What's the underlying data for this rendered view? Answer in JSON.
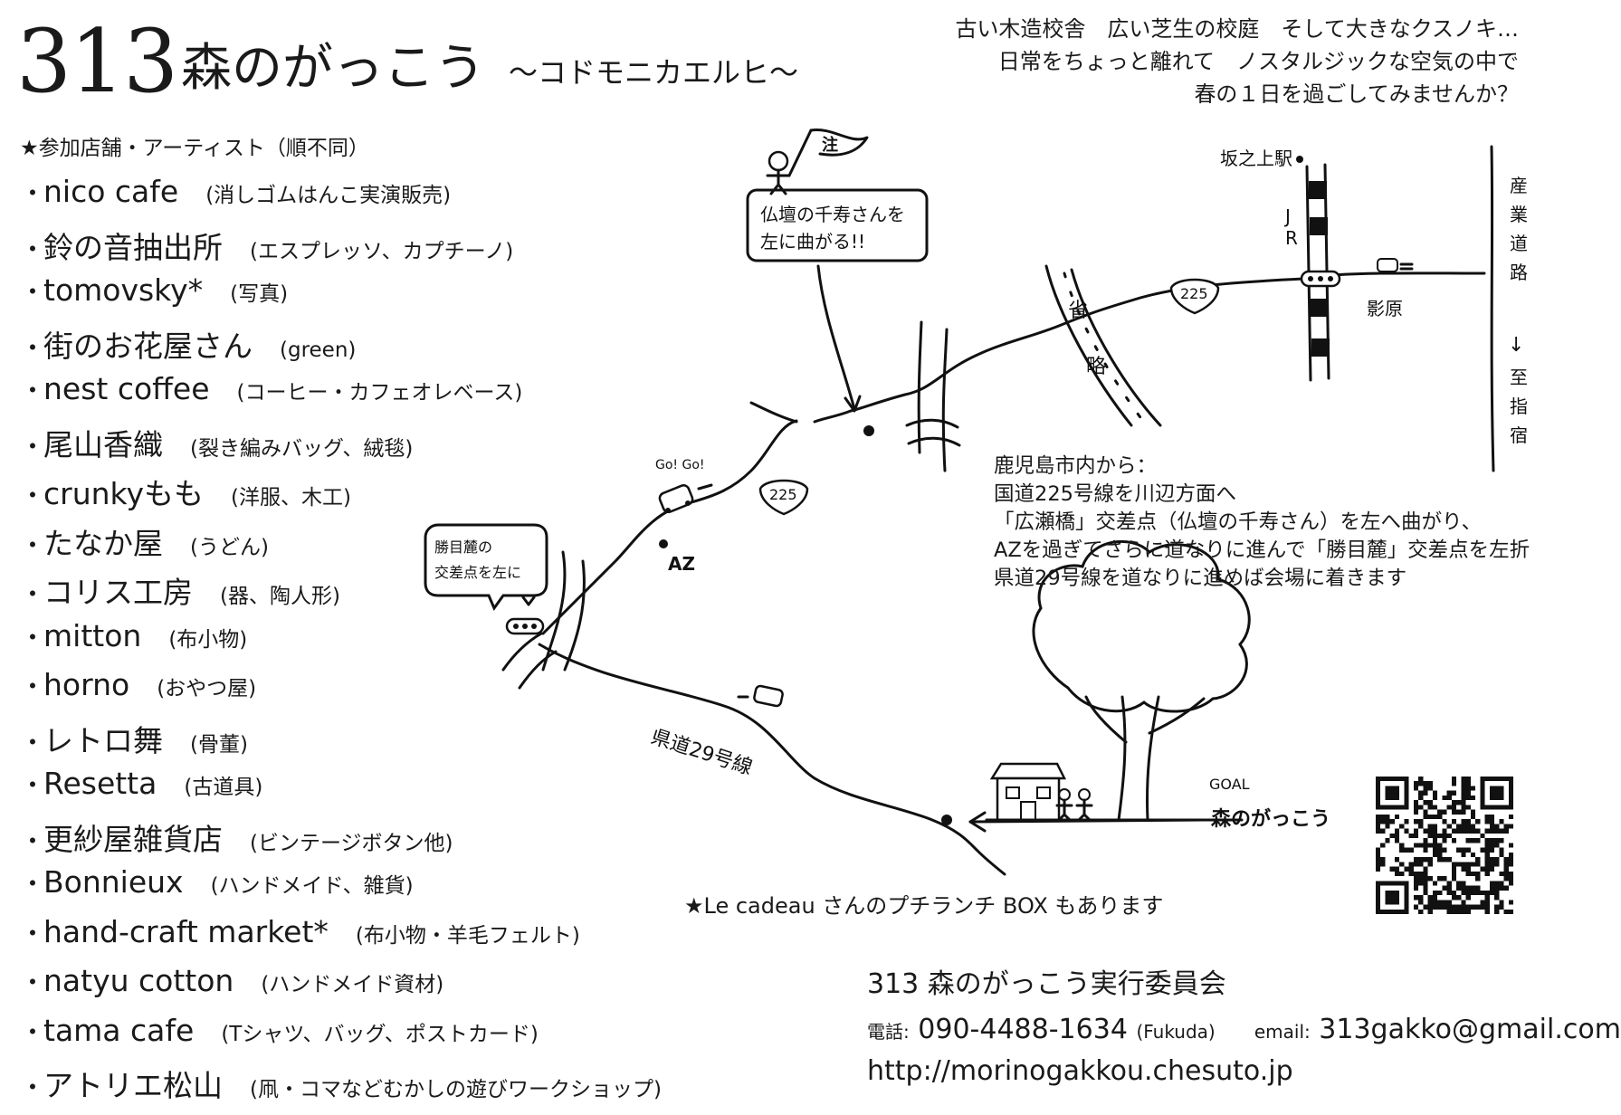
{
  "header": {
    "title_number": "313",
    "title_main": "森のがっこう",
    "title_sub": "～コドモニカエルヒ～"
  },
  "intro": {
    "lines": [
      "古い木造校舎　広い芝生の校庭　そして大きなクスノキ…",
      "日常をちょっと離れて　ノスタルジックな空気の中で",
      "春の１日を過ごしてみませんか？"
    ]
  },
  "vendors": {
    "heading": "★参加店舗・アーティスト（順不同）",
    "bullet": "・",
    "items": [
      {
        "name": "nico cafe",
        "note": "(消しゴムはんこ実演販売)"
      },
      {
        "name": "鈴の音抽出所",
        "note": "(エスプレッソ、カプチーノ)"
      },
      {
        "name": "tomovsky*",
        "note": "(写真)"
      },
      {
        "name": "街のお花屋さん",
        "note": "(green)"
      },
      {
        "name": "nest coffee",
        "note": "(コーヒー・カフェオレベース)"
      },
      {
        "name": "尾山香織",
        "note": "(裂き編みバッグ、絨毯)"
      },
      {
        "name": "crunkyもも",
        "note": "(洋服、木工)"
      },
      {
        "name": "たなか屋",
        "note": "(うどん)"
      },
      {
        "name": "コリス工房",
        "note": "(器、陶人形)"
      },
      {
        "name": "mitton",
        "note": "(布小物)"
      },
      {
        "name": "horno",
        "note": "(おやつ屋)"
      },
      {
        "name": "レトロ舞",
        "note": "(骨董)"
      },
      {
        "name": "Resetta",
        "note": "(古道具)"
      },
      {
        "name": "更紗屋雑貨店",
        "note": "(ビンテージボタン他)"
      },
      {
        "name": "Bonnieux",
        "note": "(ハンドメイド、雑貨)"
      },
      {
        "name": "hand-craft market*",
        "note": "(布小物・羊毛フェルト)"
      },
      {
        "name": "natyu cotton",
        "note": "(ハンドメイド資材)"
      },
      {
        "name": "tama cafe",
        "note": "(Tシャツ、バッグ、ポストカード)"
      },
      {
        "name": "アトリエ松山",
        "note": "(凧・コマなどむかしの遊びワークショップ)"
      }
    ]
  },
  "map": {
    "callout_attention": [
      "仏壇の千寿さんを",
      "左に曲がる!!"
    ],
    "flag_label": "注",
    "callout_katsume": [
      "勝目麓の",
      "交差点を左に"
    ],
    "station_label": "坂之上駅",
    "jr_label": [
      "J",
      "R"
    ],
    "kagehara_label": "影原",
    "industrial_road_label": [
      "産",
      "業",
      "道",
      "路"
    ],
    "ibusuki_label": [
      "↓",
      "至",
      "指",
      "宿"
    ],
    "shouryaku_label": [
      "省",
      "略"
    ],
    "route225_label": "225",
    "route225_label_2": "225",
    "gogo_label": "Go! Go!",
    "az_label": "AZ",
    "route29_label": "県道29号線",
    "goal_label": "GOAL",
    "goal_name": "森のがっこう"
  },
  "directions": {
    "lines": [
      "鹿児島市内から：",
      "国道225号線を川辺方面へ",
      "「広瀬橋」交差点（仏壇の千寿さん）を左へ曲がり、",
      "AZを過ぎてさらに道なりに進んで「勝目麓」交差点を左折",
      "県道29号線を道なりに進めば会場に着きます"
    ]
  },
  "lunch_note": "★Le cadeau さんのプチランチ BOX もあります",
  "footer": {
    "committee": "313 森のがっこう実行委員会",
    "phone_label": "電話:",
    "phone": "090-4488-1634",
    "phone_person": "(Fukuda)",
    "email_label": "email:",
    "email": "313gakko@gmail.com",
    "url": "http://morinogakkou.chesuto.jp"
  },
  "colors": {
    "ink": "#1a1a1a",
    "background": "#ffffff"
  }
}
